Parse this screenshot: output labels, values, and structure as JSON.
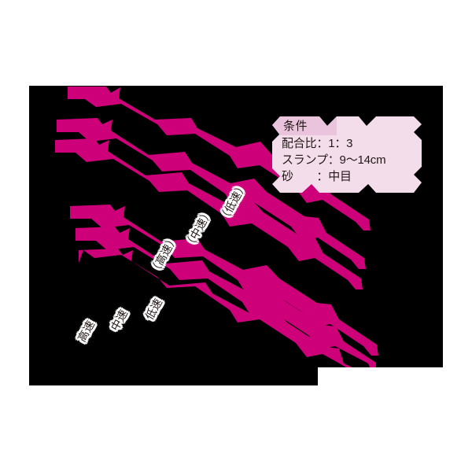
{
  "panel": {
    "background_color": "#000000",
    "band_color": "#CE0079"
  },
  "condition_box": {
    "title": "条件",
    "title_bg_color": "#E9C4DC",
    "body_bg_color": "#F3DDEB",
    "lines": [
      "配合比：1：3",
      "スランプ：9〜14cm",
      "砂　　：中目"
    ]
  },
  "curve_labels_inner": [
    {
      "text": "（低速）",
      "speed": "low"
    },
    {
      "text": "（中速）",
      "speed": "medium"
    },
    {
      "text": "（高速）",
      "speed": "high"
    }
  ],
  "curve_labels_outer": [
    {
      "text": "低速",
      "speed": "low"
    },
    {
      "text": "中速",
      "speed": "medium"
    },
    {
      "text": "高速",
      "speed": "high"
    }
  ],
  "chart_data": {
    "type": "area",
    "title": "",
    "xlabel": "",
    "ylabel": "",
    "grid": false,
    "legend_position": "inline-annotations",
    "plot_background": "#000000",
    "band_fill": "#CE0079",
    "description": "Six descending magenta zig-zag bands (three paired groups) on a black plot panel, annotated with speed labels.",
    "series": [
      {
        "name": "（低速）",
        "group": "inner",
        "polygon": [
          [
            86,
            110
          ],
          [
            135,
            110
          ],
          [
            140,
            118
          ],
          [
            152,
            112
          ],
          [
            150,
            124
          ],
          [
            196,
            152
          ],
          [
            242,
            150
          ],
          [
            250,
            162
          ],
          [
            300,
            186
          ],
          [
            330,
            180
          ],
          [
            345,
            196
          ],
          [
            392,
            226
          ],
          [
            410,
            228
          ],
          [
            420,
            246
          ],
          [
            468,
            278
          ],
          [
            470,
            292
          ],
          [
            462,
            292
          ],
          [
            452,
            282
          ],
          [
            410,
            254
          ],
          [
            390,
            258
          ],
          [
            376,
            240
          ],
          [
            330,
            210
          ],
          [
            302,
            214
          ],
          [
            292,
            198
          ],
          [
            248,
            170
          ],
          [
            212,
            172
          ],
          [
            200,
            158
          ],
          [
            154,
            132
          ],
          [
            122,
            136
          ],
          [
            108,
            126
          ],
          [
            86,
            126
          ]
        ]
      },
      {
        "name": "（中速）",
        "group": "inner",
        "polygon": [
          [
            72,
            152
          ],
          [
            124,
            150
          ],
          [
            130,
            158
          ],
          [
            142,
            152
          ],
          [
            140,
            165
          ],
          [
            188,
            196
          ],
          [
            234,
            192
          ],
          [
            243,
            206
          ],
          [
            292,
            232
          ],
          [
            322,
            226
          ],
          [
            338,
            243
          ],
          [
            386,
            274
          ],
          [
            404,
            276
          ],
          [
            414,
            295
          ],
          [
            462,
            327
          ],
          [
            464,
            341
          ],
          [
            456,
            341
          ],
          [
            446,
            330
          ],
          [
            404,
            302
          ],
          [
            384,
            306
          ],
          [
            370,
            288
          ],
          [
            324,
            258
          ],
          [
            296,
            262
          ],
          [
            286,
            246
          ],
          [
            242,
            216
          ],
          [
            206,
            218
          ],
          [
            194,
            204
          ],
          [
            148,
            176
          ],
          [
            114,
            180
          ],
          [
            100,
            168
          ],
          [
            72,
            168
          ]
        ]
      },
      {
        "name": "（高速）",
        "group": "inner",
        "polygon": [
          [
            70,
            178
          ],
          [
            120,
            176
          ],
          [
            126,
            184
          ],
          [
            138,
            178
          ],
          [
            136,
            191
          ],
          [
            184,
            222
          ],
          [
            230,
            218
          ],
          [
            239,
            232
          ],
          [
            288,
            258
          ],
          [
            318,
            252
          ],
          [
            334,
            269
          ],
          [
            382,
            300
          ],
          [
            400,
            302
          ],
          [
            410,
            321
          ],
          [
            458,
            353
          ],
          [
            460,
            367
          ],
          [
            452,
            367
          ],
          [
            442,
            356
          ],
          [
            400,
            328
          ],
          [
            380,
            332
          ],
          [
            366,
            314
          ],
          [
            320,
            284
          ],
          [
            292,
            288
          ],
          [
            282,
            272
          ],
          [
            238,
            242
          ],
          [
            202,
            244
          ],
          [
            190,
            230
          ],
          [
            144,
            202
          ],
          [
            110,
            206
          ],
          [
            96,
            194
          ],
          [
            70,
            194
          ]
        ]
      },
      {
        "name": "低速",
        "group": "outer",
        "polygon": [
          [
            89,
            262
          ],
          [
            140,
            260
          ],
          [
            146,
            268
          ],
          [
            158,
            262
          ],
          [
            156,
            275
          ],
          [
            204,
            306
          ],
          [
            250,
            302
          ],
          [
            259,
            316
          ],
          [
            308,
            342
          ],
          [
            338,
            336
          ],
          [
            354,
            353
          ],
          [
            402,
            384
          ],
          [
            420,
            386
          ],
          [
            430,
            405
          ],
          [
            478,
            437
          ],
          [
            480,
            451
          ],
          [
            472,
            451
          ],
          [
            462,
            440
          ],
          [
            420,
            412
          ],
          [
            400,
            416
          ],
          [
            386,
            398
          ],
          [
            340,
            368
          ],
          [
            312,
            372
          ],
          [
            302,
            356
          ],
          [
            258,
            326
          ],
          [
            222,
            328
          ],
          [
            210,
            314
          ],
          [
            164,
            286
          ],
          [
            130,
            290
          ],
          [
            116,
            278
          ],
          [
            89,
            278
          ]
        ]
      },
      {
        "name": "中速",
        "group": "outer",
        "polygon": [
          [
            96,
            290
          ],
          [
            146,
            288
          ],
          [
            152,
            296
          ],
          [
            164,
            290
          ],
          [
            162,
            303
          ],
          [
            210,
            334
          ],
          [
            256,
            330
          ],
          [
            265,
            344
          ],
          [
            314,
            370
          ],
          [
            344,
            364
          ],
          [
            360,
            381
          ],
          [
            408,
            412
          ],
          [
            426,
            414
          ],
          [
            436,
            433
          ],
          [
            484,
            465
          ],
          [
            486,
            467
          ],
          [
            478,
            467
          ],
          [
            468,
            462
          ],
          [
            426,
            440
          ],
          [
            406,
            444
          ],
          [
            392,
            426
          ],
          [
            346,
            396
          ],
          [
            318,
            400
          ],
          [
            308,
            384
          ],
          [
            264,
            354
          ],
          [
            228,
            356
          ],
          [
            216,
            342
          ],
          [
            170,
            314
          ],
          [
            136,
            318
          ],
          [
            122,
            306
          ],
          [
            96,
            306
          ]
        ]
      },
      {
        "name": "高速",
        "group": "outer",
        "polygon": [
          [
            100,
            318
          ],
          [
            150,
            316
          ],
          [
            156,
            324
          ],
          [
            168,
            318
          ],
          [
            166,
            331
          ],
          [
            214,
            362
          ],
          [
            260,
            358
          ],
          [
            269,
            372
          ],
          [
            318,
            398
          ],
          [
            348,
            392
          ],
          [
            364,
            409
          ],
          [
            412,
            440
          ],
          [
            430,
            442
          ],
          [
            436,
            460
          ],
          [
            452,
            467
          ],
          [
            442,
            467
          ],
          [
            430,
            462
          ],
          [
            412,
            452
          ],
          [
            392,
            456
          ],
          [
            378,
            438
          ],
          [
            332,
            408
          ],
          [
            304,
            412
          ],
          [
            294,
            396
          ],
          [
            250,
            366
          ],
          [
            214,
            368
          ],
          [
            202,
            354
          ],
          [
            156,
            326
          ],
          [
            122,
            330
          ],
          [
            108,
            320
          ],
          [
            100,
            334
          ]
        ]
      }
    ]
  }
}
